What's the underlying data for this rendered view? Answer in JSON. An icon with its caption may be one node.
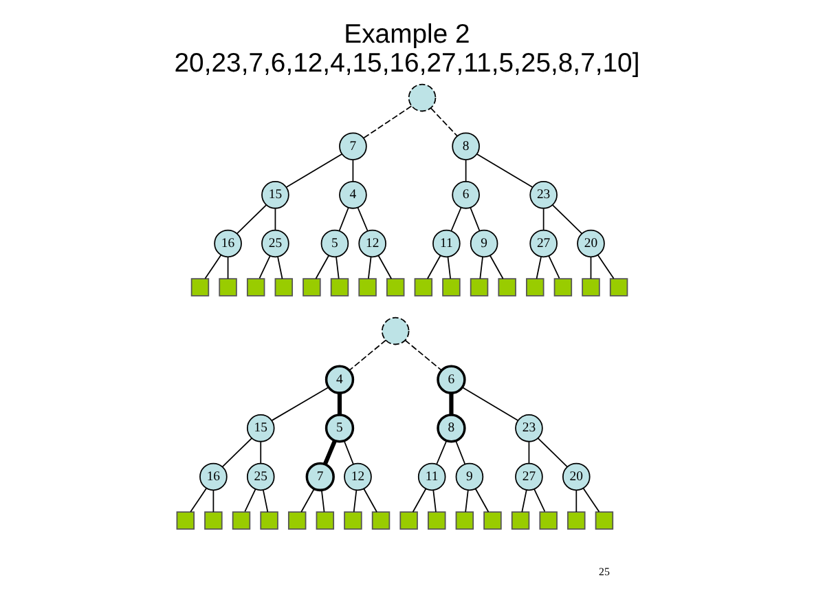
{
  "diagram": {
    "title": "Example 2",
    "caption": "20,23,7,6,12,4,15,16,27,11,5,25,8,7,10]",
    "nodes": [
      {
        "text": [],
        "shape": "circle"
      },
      {
        "text": [
          "7"
        ]
      },
      {
        "text": [
          "8"
        ]
      },
      {
        "text": [
          "15"
        ]
      },
      {
        "text": [
          "4"
        ]
      },
      {
        "text": [
          "6"
        ]
      },
      {
        "text": [
          "23"
        ]
      },
      {
        "text": [
          "16"
        ]
      },
      {
        "text": [
          "25"
        ]
      },
      {
        "text": [
          "5"
        ]
      },
      {
        "text": [
          "12"
        ]
      },
      {
        "text": [
          "11"
        ]
      },
      {
        "text": [
          "9"
        ]
      },
      {
        "text": [
          "27"
        ]
      },
      {
        "text": [
          "20"
        ]
      },
      {
        "text": [],
        "shape": "box"
      },
      {
        "text": [],
        "shape": "box"
      },
      {
        "text": [],
        "shape": "box"
      },
      {
        "text": [],
        "shape": "box"
      },
      {
        "text": [],
        "shape": "box"
      },
      {
        "text": [],
        "shape": "box"
      },
      {
        "text": [],
        "shape": "box"
      },
      {
        "text": [],
        "shape": "box"
      },
      {
        "text": [],
        "shape": "box"
      },
      {
        "text": [],
        "shape": "box"
      },
      {
        "text": [],
        "shape": "box"
      },
      {
        "text": [],
        "shape": "box"
      },
      {
        "text": [],
        "shape": "box"
      },
      {
        "text": [],
        "shape": "box"
      },
      {
        "text": [],
        "shape": "box"
      },
      {
        "text": [],
        "shape": "box"
      },
      {
        "text": [],
        "shape": "circle"
      },
      {
        "text": [
          "4"
        ]
      },
      {
        "text": [
          "6"
        ]
      },
      {
        "text": [
          "15"
        ]
      },
      {
        "text": [
          "5"
        ]
      },
      {
        "text": [
          "8"
        ]
      },
      {
        "text": [
          "23"
        ]
      },
      {
        "text": [
          "16"
        ]
      },
      {
        "text": [
          "25"
        ]
      },
      {
        "text": [
          "7"
        ]
      },
      {
        "text": [
          "12"
        ]
      },
      {
        "text": [
          "11"
        ]
      },
      {
        "text": [
          "9"
        ]
      },
      {
        "text": [
          "27"
        ]
      },
      {
        "text": [
          "20"
        ]
      },
      {
        "text": [],
        "shape": "box"
      },
      {
        "text": [],
        "shape": "box"
      },
      {
        "text": [],
        "shape": "box"
      },
      {
        "text": [],
        "shape": "box"
      },
      {
        "text": [],
        "shape": "box"
      },
      {
        "text": [],
        "shape": "box"
      },
      {
        "text": [],
        "shape": "box"
      },
      {
        "text": [],
        "shape": "box"
      },
      {
        "text": [],
        "shape": "box"
      },
      {
        "text": [],
        "shape": "box"
      },
      {
        "text": [],
        "shape": "box"
      },
      {
        "text": [],
        "shape": "box"
      },
      {
        "text": [],
        "shape": "box"
      },
      {
        "text": [],
        "shape": "box"
      },
      {
        "text": [],
        "shape": "box"
      },
      {
        "text": [],
        "shape": "box"
      }
    ],
    "edges": [
      {
        "from": 0,
        "to": 1,
        "arrow": "none",
        "style": "dashed"
      },
      {
        "from": 0,
        "to": 2,
        "arrow": "none",
        "style": "dashed"
      },
      {
        "from": 1,
        "to": 3,
        "arrow": "none"
      },
      {
        "from": 1,
        "to": 4,
        "arrow": "none"
      },
      {
        "from": 2,
        "to": 5,
        "arrow": "none"
      },
      {
        "from": 2,
        "to": 6,
        "arrow": "none"
      },
      {
        "from": 3,
        "to": 7,
        "arrow": "none"
      },
      {
        "from": 3,
        "to": 8,
        "arrow": "none"
      },
      {
        "from": 4,
        "to": 9,
        "arrow": "none"
      },
      {
        "from": 4,
        "to": 10,
        "arrow": "none"
      },
      {
        "from": 5,
        "to": 11,
        "arrow": "none"
      },
      {
        "from": 5,
        "to": 12,
        "arrow": "none"
      },
      {
        "from": 6,
        "to": 13,
        "arrow": "none"
      },
      {
        "from": 6,
        "to": 14,
        "arrow": "none"
      },
      {
        "from": 7,
        "to": 15,
        "arrow": "none"
      },
      {
        "from": 7,
        "to": 16,
        "arrow": "none"
      },
      {
        "from": 8,
        "to": 17,
        "arrow": "none"
      },
      {
        "from": 8,
        "to": 18,
        "arrow": "none"
      },
      {
        "from": 9,
        "to": 19,
        "arrow": "none"
      },
      {
        "from": 9,
        "to": 20,
        "arrow": "none"
      },
      {
        "from": 10,
        "to": 21,
        "arrow": "none"
      },
      {
        "from": 10,
        "to": 22,
        "arrow": "none"
      },
      {
        "from": 11,
        "to": 23,
        "arrow": "none"
      },
      {
        "from": 11,
        "to": 24,
        "arrow": "none"
      },
      {
        "from": 12,
        "to": 25,
        "arrow": "none"
      },
      {
        "from": 12,
        "to": 26,
        "arrow": "none"
      },
      {
        "from": 13,
        "to": 27,
        "arrow": "none"
      },
      {
        "from": 13,
        "to": 28,
        "arrow": "none"
      },
      {
        "from": 14,
        "to": 29,
        "arrow": "none"
      },
      {
        "from": 14,
        "to": 30,
        "arrow": "none"
      },
      {
        "from": 31,
        "to": 32,
        "arrow": "none",
        "style": "dashed"
      },
      {
        "from": 31,
        "to": 33,
        "arrow": "none",
        "style": "dashed"
      },
      {
        "from": 32,
        "to": 34,
        "arrow": "none"
      },
      {
        "from": 32,
        "to": 35,
        "arrow": "none",
        "style": "thick"
      },
      {
        "from": 33,
        "to": 36,
        "arrow": "none",
        "style": "thick"
      },
      {
        "from": 33,
        "to": 37,
        "arrow": "none"
      },
      {
        "from": 34,
        "to": 38,
        "arrow": "none"
      },
      {
        "from": 34,
        "to": 39,
        "arrow": "none"
      },
      {
        "from": 35,
        "to": 40,
        "arrow": "none",
        "style": "thick"
      },
      {
        "from": 35,
        "to": 41,
        "arrow": "none"
      },
      {
        "from": 36,
        "to": 42,
        "arrow": "none"
      },
      {
        "from": 36,
        "to": 43,
        "arrow": "none"
      },
      {
        "from": 37,
        "to": 44,
        "arrow": "none"
      },
      {
        "from": 37,
        "to": 45,
        "arrow": "none"
      },
      {
        "from": 38,
        "to": 46,
        "arrow": "none"
      },
      {
        "from": 38,
        "to": 47,
        "arrow": "none"
      },
      {
        "from": 39,
        "to": 48,
        "arrow": "none"
      },
      {
        "from": 39,
        "to": 49,
        "arrow": "none"
      },
      {
        "from": 40,
        "to": 50,
        "arrow": "none"
      },
      {
        "from": 40,
        "to": 51,
        "arrow": "none"
      },
      {
        "from": 41,
        "to": 52,
        "arrow": "none"
      },
      {
        "from": 41,
        "to": 53,
        "arrow": "none"
      },
      {
        "from": 42,
        "to": 54,
        "arrow": "none"
      },
      {
        "from": 42,
        "to": 55,
        "arrow": "none"
      },
      {
        "from": 43,
        "to": 56,
        "arrow": "none"
      },
      {
        "from": 43,
        "to": 57,
        "arrow": "none"
      },
      {
        "from": 44,
        "to": 58,
        "arrow": "none"
      },
      {
        "from": 44,
        "to": 59,
        "arrow": "none"
      },
      {
        "from": 45,
        "to": 60,
        "arrow": "none"
      },
      {
        "from": 45,
        "to": 61,
        "arrow": "none"
      }
    ],
    "labels": [
      "25"
    ]
  }
}
